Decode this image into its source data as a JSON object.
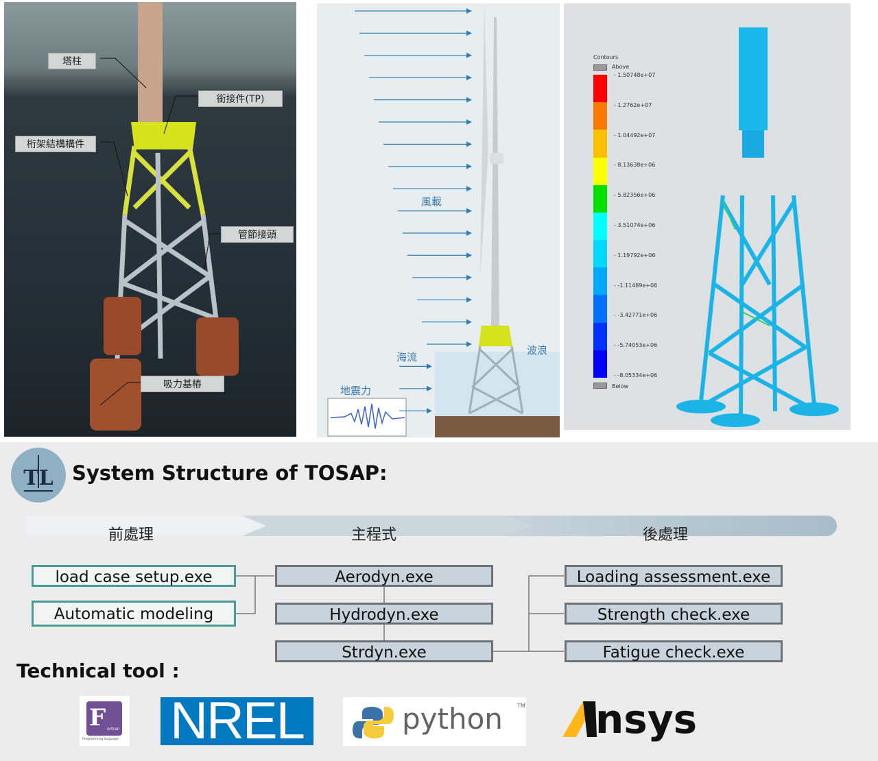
{
  "panel_jacket": {
    "labels": [
      "塔柱",
      "銜接件(TP)",
      "桁架結構構件",
      "管節接頭",
      "吸力基樁"
    ]
  },
  "panel_loads": {
    "wind": "風載",
    "current": "海流",
    "earthquake": "地震力",
    "wave": "波浪"
  },
  "panel_contours": {
    "title": "Contours",
    "above": "Above",
    "below": "Below",
    "values": [
      "1.50748e+07",
      "1.2762e+07",
      "1.04492e+07",
      "8.13638e+06",
      "5.82356e+06",
      "3.51074e+06",
      "1.19792e+06",
      "-1.11489e+06",
      "-3.42771e+06",
      "-5.74053e+06",
      "-8.05334e+06"
    ],
    "colors": [
      "#ff0000",
      "#ff7800",
      "#ffc000",
      "#ffff00",
      "#00e000",
      "#00ffff",
      "#00d8ff",
      "#00a8ff",
      "#0070ff",
      "#0030ff",
      "#0000ff"
    ]
  },
  "system": {
    "title": "System Structure of TOSAP:",
    "stages": [
      "前處理",
      "主程式",
      "後處理"
    ],
    "pre": [
      "load case setup.exe",
      "Automatic modeling"
    ],
    "main": [
      "Aerodyn.exe",
      "Hydrodyn.exe",
      "Strdyn.exe"
    ],
    "post": [
      "Loading assessment.exe",
      "Strength check.exe",
      "Fatigue check.exe"
    ]
  },
  "tools": {
    "label": "Technical tool :",
    "fortran": "F",
    "fortran_sub": "ortran",
    "fortran_caption": "Programming language",
    "nrel": "NREL",
    "python": "python",
    "tm": "TM",
    "ansys": "nsys"
  }
}
